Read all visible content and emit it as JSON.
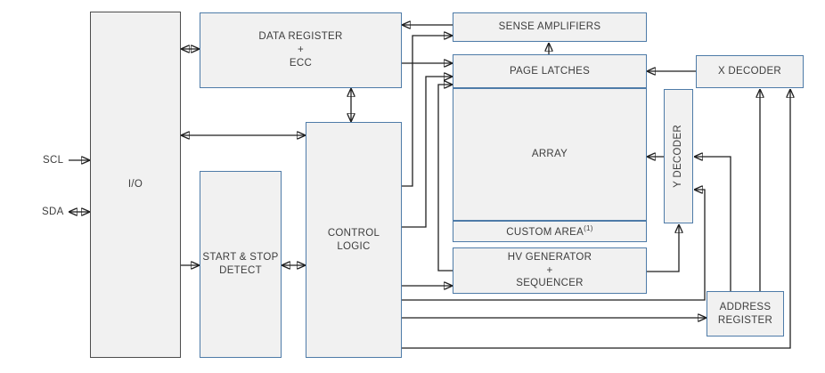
{
  "signals": {
    "scl": "SCL",
    "sda": "SDA"
  },
  "blocks": {
    "io": {
      "label": "I/O"
    },
    "data_register": {
      "line1": "DATA REGISTER",
      "line2": "+",
      "line3": "ECC"
    },
    "start_stop_detect": {
      "line1": "START & STOP",
      "line2": "DETECT"
    },
    "control_logic": {
      "line1": "CONTROL",
      "line2": "LOGIC"
    },
    "sense_amplifiers": {
      "label": "SENSE AMPLIFIERS"
    },
    "page_latches": {
      "label": "PAGE LATCHES"
    },
    "array": {
      "label": "ARRAY"
    },
    "custom_area": {
      "label": "CUSTOM AREA",
      "superscript": "(1)"
    },
    "hv_generator": {
      "line1": "HV GENERATOR",
      "line2": "+",
      "line3": "SEQUENCER"
    },
    "y_decoder": {
      "label": "Y DECODER"
    },
    "x_decoder": {
      "label": "X DECODER"
    },
    "address_register": {
      "line1": "ADDRESS",
      "line2": "REGISTER"
    }
  },
  "colors": {
    "background": "#ffffff",
    "box_fill": "#f1f1f1",
    "box_border_blue": "#4e7ba8",
    "io_border": "#4d4d4d",
    "wire": "#1f1f1f",
    "text": "#3d3d3d"
  }
}
